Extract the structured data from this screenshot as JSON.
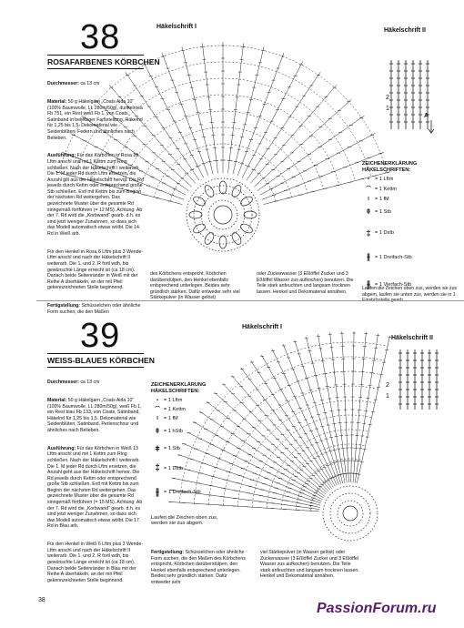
{
  "pattern1": {
    "number": "38",
    "title": "ROSAFARBENES KÖRBCHEN",
    "text": [
      {
        "label": "Durchmesser:",
        "value": " ca 13 cm"
      },
      {
        "label": "Material:",
        "value": " 50 g Häkelgarn „Coats Aida 10“ (100% Baumwolle, LL 280m/50g), dunkelrosa Fb 751, ein Rest weiß Fb 1, von Coats, Satinband in beliebiger Farbstellung, Häkelnd für 1,25 bis 1,5. Dekomaterial wie Seidenblüten, Federn und ähnliches nach Belieben."
      },
      {
        "label": "Ausführung:",
        "value": " Für das Körbchen in Rosa 10 Lftm anschl und mit 1 Kettm zum Ring schließen. Nach der Häkelschrift I weiterarb. Die 1. M jeder Rd durch Lftm ersetzen, die Anzahl gilt aus der Häkelschrift hervor. Die Rd jeweils durch Kettm oder entsprechend große Stb schließen. Evtl mit Kettm bis zum Beginn der nächsten Rd weitergehen. Das gezeichnete Muster über die gesamte Rd sinngemäß fortführen (= 12 MS). Achtung: Ab der 7. Rd wird die „Korbwand“ gearb. d.h. es sind jetzt weniger Zunahmen, so dass sich das Modell automatisch etwas wölbt. Die 14. Rd in Weiß arb."
      },
      {
        "label": "",
        "value": "Für den Henkel in Rosa 6 Lftm plus 3 Wende-Lftm anschl und nach der Häkelschrift II weiterarb. Die 1. und 2. R fortl wdh, bis gewünschte Länge erreicht ist (ca 18 cm). Danach beide Seitenränder in Weiß mit der Reihe A überhäkeln, an der mit Pfeil gekennzeichneten Stelle beginnend."
      },
      {
        "label": "Fertigstellung:",
        "value": " Schüsselchen oder ähnliche Form suchen, die den Maßen"
      }
    ],
    "chart1_heading": "Häkelschrift I",
    "chart2_heading": "Häkelschrift II",
    "chart2_labels": [
      "2",
      "1"
    ],
    "chart2_arrow_label": "A",
    "legend_title": "ZEICHENERKLÄRUNG HÄKELSCHRIFTEN:",
    "legend": [
      {
        "sym": "•",
        "text": "= 1 Lftm"
      },
      {
        "sym": "⌒",
        "text": "= 1 Kettm"
      },
      {
        "sym": "I",
        "text": "= 1 fM"
      },
      {
        "sym": "ǂ",
        "text": "= 1 Stb"
      },
      {
        "sym": "‡",
        "text": "= 1 Dstb"
      },
      {
        "sym": "⫲",
        "text": "= 1 Dreifach-Stb"
      },
      {
        "sym": "⫲",
        "text": "= 1 Vierfach-Stb"
      }
    ],
    "bottom_col1": "des Körbchens entspricht. Körbchen darüberstülpen, den Henkel ebenfalls entsprechend unterlegen. Beides sehr gründlich stärken. Dafür entweder sehr viel Stärkepulver (in Wasser gelöst)",
    "bottom_col2": "oder Zuckerwasser (3 Eßlöffel Zucker und 3 Eßlöffel Wasser zus aufkochen) benutzen. Die Teile stark anfeuchten und langsam trocknen lassen. Henkel und Dekomaterial annähen.",
    "bottom_col3": "Laufen die Zeichen oben zus, werden sie zus abgem, laufen sie unten zus, werden sie in 1 Einstichstelle gearb."
  },
  "pattern2": {
    "number": "39",
    "title": "WEISS-BLAUES KÖRBCHEN",
    "text": [
      {
        "label": "Durchmesser:",
        "value": " ca 13 cm"
      },
      {
        "label": "Material:",
        "value": " 50 g Häkelgarn „Coats Aida 10“ (100% Baumwolle, LL 280m/50g), weiß Fb 1, ein Rest blau Fb 133, von Coats, Satinband, Häkelnd für 1,25 bis 1,5. Dekomaterial wie Seidenblüten, Satinband, Perlenschnur und ähnliches nach Belieben."
      },
      {
        "label": "Ausführung:",
        "value": " Für das Körbchen in Weiß 13 Lftm anschl und mit 1 Kettm zum Ring schließen. Nach der Häkelschrift I weiterarb. Die 1. M jeder Rd durch Lftm ersetzen, die Anzahl geht aus der Häkelschrift hervor. Die Rd jeweils durch Kettm oder entsprechend große Stb schließen. Evtl mit Kettm bis zum Beginn der nächsten Rd weitergehen. Das gezeichnete Muster über die gesamte Rd sinngemäß fortführen (= 15 MS). Achtung: Ab der 7. Rd wird die „Korbwand“ gearb. d.h. es sind jetzt weniger Zunahmen, so dass sich das Modell automatisch etwas wölbt. Die 17. Rd in Blau arb."
      },
      {
        "label": "",
        "value": "Für den Henkel in Weiß 6 Lftm plus 3 Wende-Lftm anschl und nach der Häkelschrift II weiterarb. Die 1. und 2. R fortl wdh, bis gewünschte Länge erreicht ist (ca 18 cm). Danach beide Seitenränder in Blau mit der Reihe A überhäkeln, an der mit Pfeil gekennzeichneten Stelle beginnend."
      }
    ],
    "chart1_heading": "Häkelschrift I",
    "chart2_heading": "Häkelschrift II",
    "chart2_labels": [
      "2",
      "1"
    ],
    "legend_title": "ZEICHENERKLÄRUNG HÄKELSCHRIFTEN:",
    "legend": [
      {
        "sym": "•",
        "text": "= 1 Lftm"
      },
      {
        "sym": "⌒",
        "text": "= 1 Kettm"
      },
      {
        "sym": "I",
        "text": "= 1 fM"
      },
      {
        "sym": "ǂ",
        "text": "= 1 hStb"
      },
      {
        "sym": "ǂ",
        "text": "= 1 Stb"
      },
      {
        "sym": "‡",
        "text": "= 1 Dstb"
      },
      {
        "sym": "⫲",
        "text": "= 1 Dreifach-Stb"
      }
    ],
    "legend_note": "Laufen die Zeichen oben zus, werden sie zus abgem.",
    "bottom_col1": [
      {
        "label": "Fertigstellung:",
        "value": " Schüsselchen oder ähnliche Form suchen, die den Maßen des Körbchens entspricht. Körbchen darüberstülpen, den Henkel ebenfalls entsprechend unterlegen. Beides sehr gründlich stärken. Dafür entweder sehr"
      }
    ],
    "bottom_col2": "viel Stärkepulver (in Wasser gelöst) oder Zuckerwasser (3 Eßlöffel Zucker und 3 Eßlöffel Wasser zus aufkochen) benutzen. Die Teile stark anfeuchten und langsam trocknen lassen. Henkel und Dekomaterial annähen."
  },
  "page_number": "38",
  "watermark": "PassionForum.ru"
}
